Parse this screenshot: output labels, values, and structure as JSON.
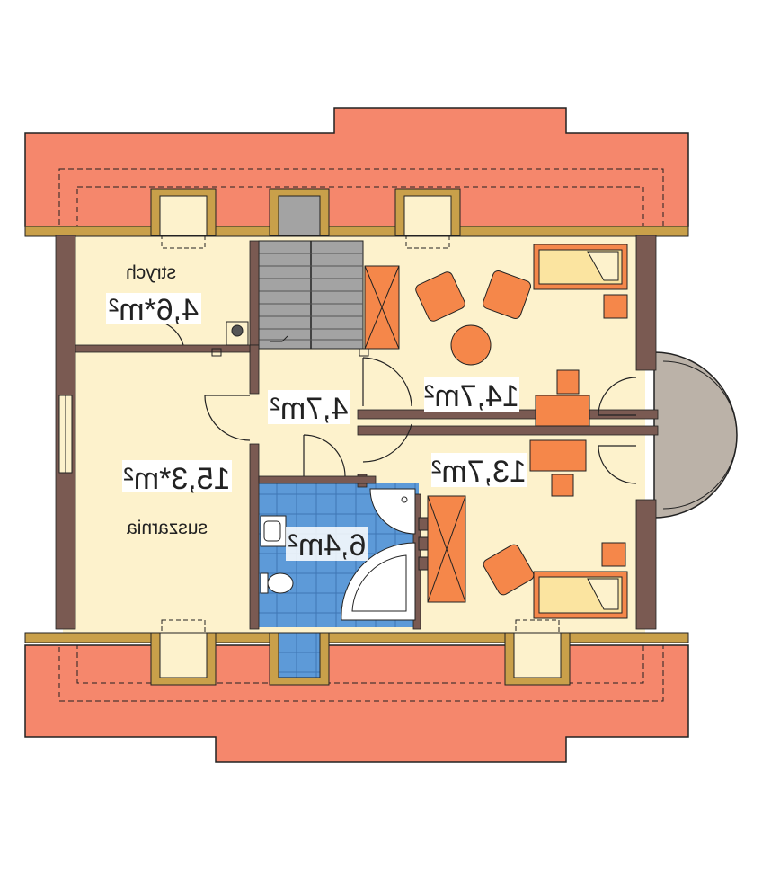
{
  "plan": {
    "colors": {
      "roof": "#f5876c",
      "floor": "#fdf2cc",
      "wall": "#7a5a52",
      "eave": "#c9a04a",
      "bathroom_tiles": "#5d9ad8",
      "furniture": "#f5874a",
      "furniture_light": "#fbe4a0",
      "stairs": "#a3a3a3",
      "balcony": "#bbb2a8"
    },
    "rooms": {
      "attic": {
        "name": "strych",
        "area": "4,6*m²"
      },
      "drying_room": {
        "name": "suszarnia",
        "area": "15,3*m²"
      },
      "hall": {
        "area": "4,7m²"
      },
      "bedroom_top": {
        "area": "14,7m²"
      },
      "bedroom_bottom": {
        "area": "13,7m²"
      },
      "bathroom": {
        "area": "6,4m²"
      }
    }
  }
}
